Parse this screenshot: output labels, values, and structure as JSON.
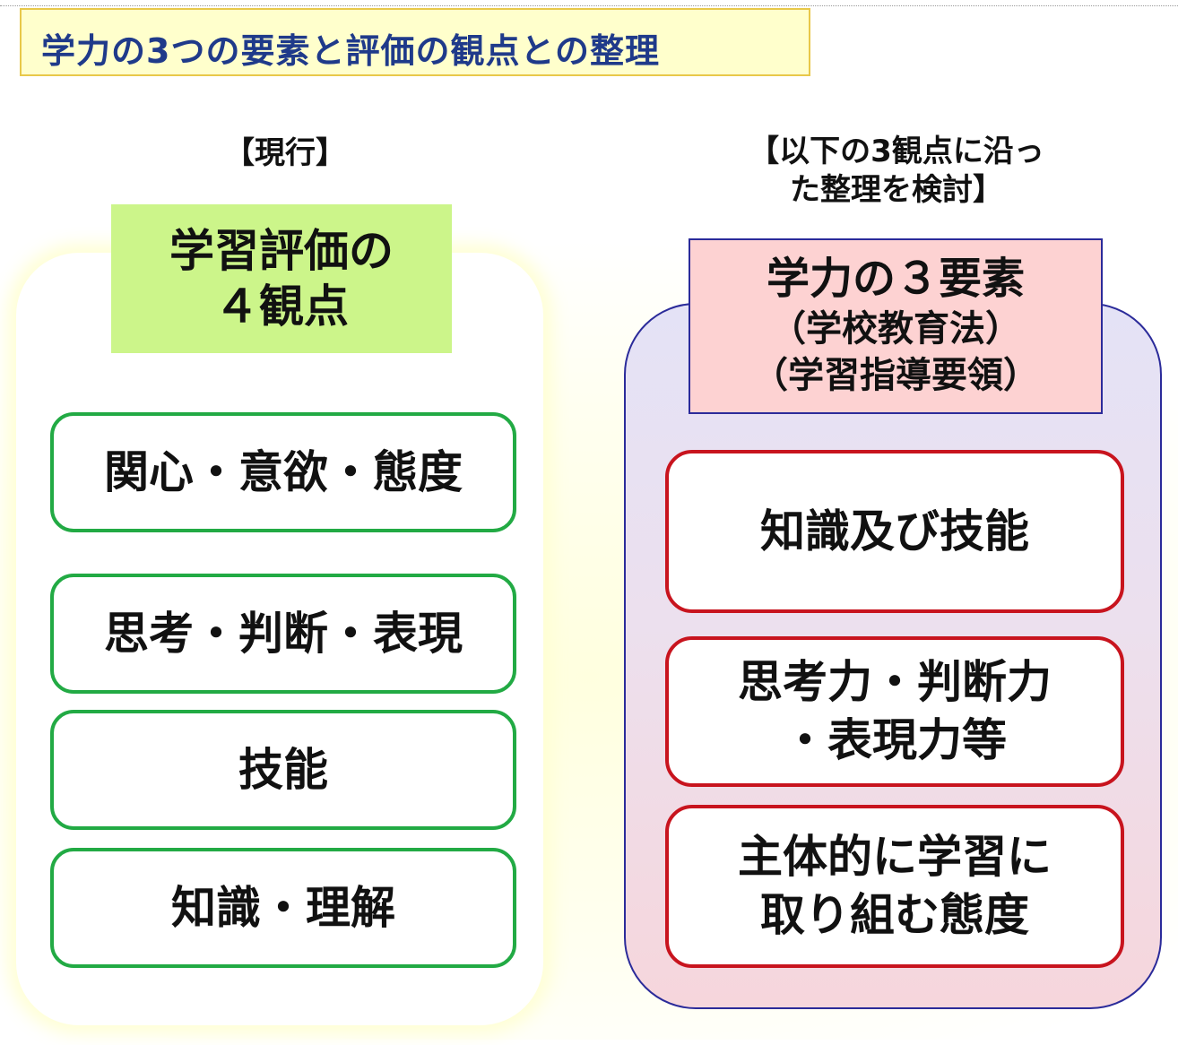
{
  "title": "学力の3つの要素と評価の観点との整理",
  "left": {
    "header": "【現行】",
    "heading": "学習評価の\n４観点",
    "items": [
      "関心・意欲・態度",
      "思考・判断・表現",
      "技能",
      "知識・理解"
    ]
  },
  "right": {
    "header": "【以下の3観点に沿っ\nた整理を検討】",
    "heading_main": "学力の３要素",
    "heading_sub1": "（学校教育法）",
    "heading_sub2": "（学習指導要領）",
    "items": [
      "知識及び技能",
      "思考力・判断力\n・表現力等",
      "主体的に学習に\n取り組む態度"
    ]
  },
  "colors": {
    "title_text": "#1f3a8a",
    "title_bg": "#ffffcc",
    "left_heading_bg": "#ccf58a",
    "right_heading_bg": "#fdd2d2",
    "green_border": "#22aa44",
    "red_border": "#c8141e",
    "navy_border": "#2b2b9a"
  }
}
